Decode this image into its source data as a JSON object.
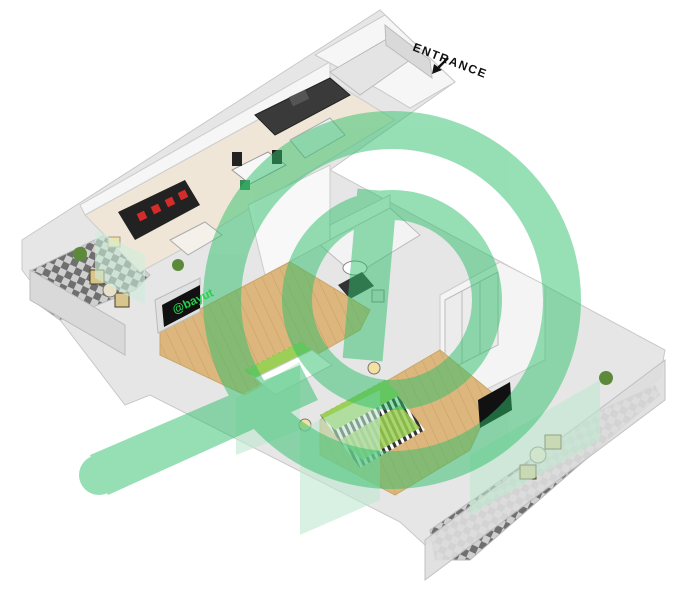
{
  "labels": {
    "entrance": "ENTRANCE",
    "tv_screen": "@bayut"
  },
  "colors": {
    "floor_wood": "#dcb67d",
    "floor_light": "#efe6d8",
    "wall_top": "#f6f6f6",
    "wall_side": "#d9d9d9",
    "watermark_green": "#2fbf6a",
    "bed_green": "#9bcf55",
    "tile_dark": "#6f6f6f",
    "tile_light": "#cfcfcf",
    "counter_dark": "#3a3a3a",
    "sofa": "#222222",
    "cushion": "#d42b2b"
  },
  "icons": {
    "entrance_arrow": "arrow-down-left-icon",
    "watermark": "bayut-logo-watermark"
  }
}
